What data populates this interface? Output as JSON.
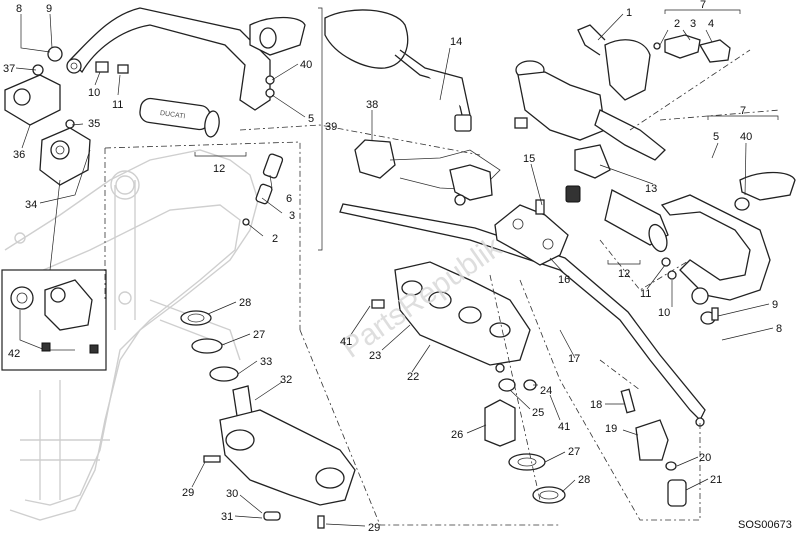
{
  "diagram": {
    "callouts": [
      {
        "id": "c-8a",
        "text": "8"
      },
      {
        "id": "c-9a",
        "text": "9"
      },
      {
        "id": "c-37",
        "text": "37"
      },
      {
        "id": "c-10a",
        "text": "10"
      },
      {
        "id": "c-11a",
        "text": "11"
      },
      {
        "id": "c-36",
        "text": "36"
      },
      {
        "id": "c-35",
        "text": "35"
      },
      {
        "id": "c-40a",
        "text": "40"
      },
      {
        "id": "c-5a",
        "text": "5"
      },
      {
        "id": "c-39",
        "text": "39"
      },
      {
        "id": "c-12a",
        "text": "12"
      },
      {
        "id": "c-6",
        "text": "6"
      },
      {
        "id": "c-3a",
        "text": "3"
      },
      {
        "id": "c-2a",
        "text": "2"
      },
      {
        "id": "c-34",
        "text": "34"
      },
      {
        "id": "c-42",
        "text": "42"
      },
      {
        "id": "c-14",
        "text": "14"
      },
      {
        "id": "c-38",
        "text": "38"
      },
      {
        "id": "c-1",
        "text": "1"
      },
      {
        "id": "c-2b",
        "text": "2"
      },
      {
        "id": "c-3b",
        "text": "3"
      },
      {
        "id": "c-4",
        "text": "4"
      },
      {
        "id": "c-7a",
        "text": "7"
      },
      {
        "id": "c-7b",
        "text": "7"
      },
      {
        "id": "c-5b",
        "text": "5"
      },
      {
        "id": "c-40b",
        "text": "40"
      },
      {
        "id": "c-13",
        "text": "13"
      },
      {
        "id": "c-15",
        "text": "15"
      },
      {
        "id": "c-16",
        "text": "16"
      },
      {
        "id": "c-12b",
        "text": "12"
      },
      {
        "id": "c-11b",
        "text": "11"
      },
      {
        "id": "c-10b",
        "text": "10"
      },
      {
        "id": "c-9b",
        "text": "9"
      },
      {
        "id": "c-8b",
        "text": "8"
      },
      {
        "id": "c-28a",
        "text": "28"
      },
      {
        "id": "c-27a",
        "text": "27"
      },
      {
        "id": "c-33",
        "text": "33"
      },
      {
        "id": "c-32",
        "text": "32"
      },
      {
        "id": "c-29a",
        "text": "29"
      },
      {
        "id": "c-30",
        "text": "30"
      },
      {
        "id": "c-31",
        "text": "31"
      },
      {
        "id": "c-29b",
        "text": "29"
      },
      {
        "id": "c-41a",
        "text": "41"
      },
      {
        "id": "c-23",
        "text": "23"
      },
      {
        "id": "c-22",
        "text": "22"
      },
      {
        "id": "c-24",
        "text": "24"
      },
      {
        "id": "c-25",
        "text": "25"
      },
      {
        "id": "c-41b",
        "text": "41"
      },
      {
        "id": "c-26",
        "text": "26"
      },
      {
        "id": "c-27b",
        "text": "27"
      },
      {
        "id": "c-28b",
        "text": "28"
      },
      {
        "id": "c-17",
        "text": "17"
      },
      {
        "id": "c-18",
        "text": "18"
      },
      {
        "id": "c-19",
        "text": "19"
      },
      {
        "id": "c-20",
        "text": "20"
      },
      {
        "id": "c-21",
        "text": "21"
      }
    ],
    "ref_code": "SOS00673",
    "watermark": "PartsRepublik"
  }
}
